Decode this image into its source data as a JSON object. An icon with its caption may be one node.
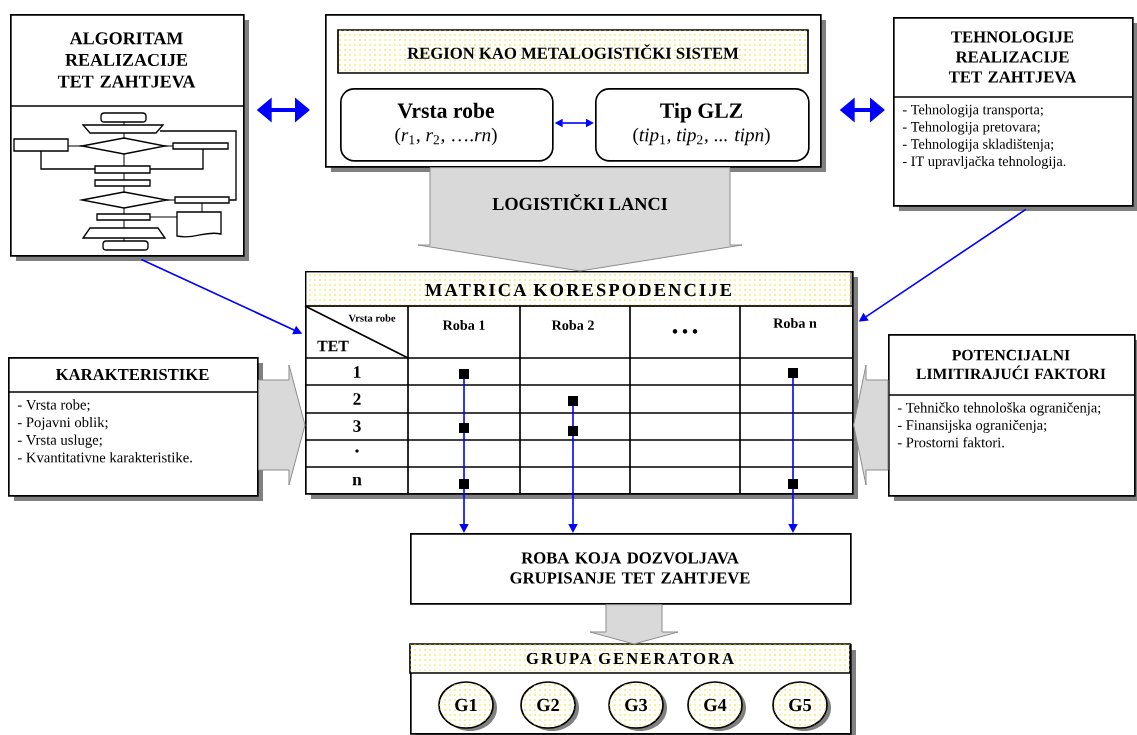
{
  "diagram": {
    "nodes": [
      {
        "text": [
          "ALGORITAM REALIZACIJE TET ZAHTJEVA"
        ]
      },
      {
        "text": [
          "REGION KAO METALOGISTIČKI SISTEM"
        ]
      },
      {
        "text": [
          "Vrsta robe",
          "(*r*$_{1}$, *r*$_{2}$, ….*rn*)"
        ],
        "in": 1
      },
      {
        "text": [
          "Tip GLZ",
          "(*tip*$_{1}$, *tip*$_{2}$, ... *tipn*)"
        ],
        "in": 1
      },
      {
        "text": [
          "TEHNOLOGIJE REALIZACIJE TET ZAHTJEVA",
          "- Tehnologija transporta;",
          "- Tehnologija pretovara;",
          "- Tehnologija skladištenja;",
          "- IT upravljačka tehnologija."
        ]
      },
      {
        "text": [
          "MATRICA KORESPODENCIJE"
        ]
      },
      {
        "text": [
          "KARAKTERISTIKE",
          "- Vrsta robe;",
          "- Pojavni oblik;",
          "- Vrsta usluge;",
          "- Kvantitativne karakteristike."
        ]
      },
      {
        "text": [
          "POTENCIJALNI LIMITIRAJUĆI FAKTORI",
          "- Tehničko tehnološka ograničenja;",
          "- Finansijska ograničenja;",
          "- Prostorni faktori."
        ]
      },
      {
        "text": [
          "ROBA KOJA DOZVOLJAVA GRUPISANJE TET ZAHTJEVE"
        ]
      },
      {
        "text": [
          "GRUPA GENERATORA"
        ]
      },
      {
        "text": [
          "G1"
        ],
        "in": 9
      },
      {
        "text": [
          "G2"
        ],
        "in": 9
      },
      {
        "text": [
          "G3"
        ],
        "in": 9
      },
      {
        "text": [
          "G4"
        ],
        "in": 9
      },
      {
        "text": [
          "G5"
        ],
        "in": 9
      }
    ],
    "edges": [
      {
        "from": 0,
        "to": 1,
        "arrow": "both",
        "style": "thick"
      },
      {
        "from": 1,
        "to": 4,
        "arrow": "both",
        "style": "thick"
      },
      {
        "from": 2,
        "to": 3,
        "arrow": "both"
      },
      {
        "from": 1,
        "to": 5,
        "arrow": "to",
        "label": "LOGISTIČKI LANCI",
        "style": "thick",
        "color": "#d9d9d9"
      },
      {
        "from": 0,
        "to": 5,
        "arrow": "to"
      },
      {
        "from": 4,
        "to": 5,
        "arrow": "to"
      },
      {
        "from": 6,
        "to": 5,
        "arrow": "to",
        "style": "thick",
        "color": "#d9d9d9"
      },
      {
        "from": 7,
        "to": 5,
        "arrow": "to",
        "style": "thick",
        "color": "#d9d9d9"
      },
      {
        "from": 5,
        "to": 8,
        "arrow": "to"
      },
      {
        "from": 5,
        "to": 8,
        "arrow": "to"
      },
      {
        "from": 5,
        "to": 8,
        "arrow": "to"
      },
      {
        "from": 8,
        "to": 9,
        "arrow": "to",
        "style": "thick",
        "color": "#d9d9d9"
      }
    ],
    "labels": [
      "Vrsta robe",
      "TET",
      "Roba 1",
      "Roba 2",
      "• • •",
      "Roba n",
      "1",
      "2",
      "3",
      ".",
      "n"
    ]
  }
}
